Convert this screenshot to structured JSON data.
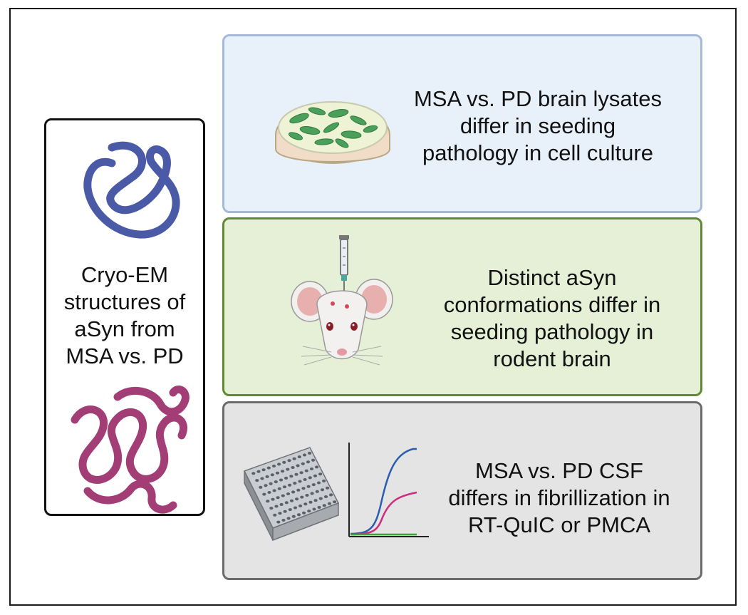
{
  "left_panel": {
    "label": "Cryo-EM\nstructures of\naSyn from\nMSA vs. PD"
  },
  "panels": [
    {
      "text": "MSA vs. PD brain lysates\ndiffer in seeding\npathology in cell culture"
    },
    {
      "text": "Distinct aSyn\nconformations differ in\nseeding pathology in\nrodent brain"
    },
    {
      "text": "MSA vs. PD CSF\ndiffers in fibrillization in\nRT-QuIC or PMCA"
    }
  ],
  "icons": [
    "blue-fibril-icon",
    "magenta-fibril-icon",
    "petri-dish-icon",
    "syringe-icon",
    "mouse-icon",
    "well-plate-icon",
    "fibrillization-curve-icon"
  ],
  "colors": {
    "msa_fibril": "#4a5aa6",
    "pd_fibril": "#a23e75",
    "panel_blue_bg": "#e8f0fa",
    "panel_green_bg": "#e6f0d7",
    "panel_gray_bg": "#e4e4e4",
    "curve_blue": "#2a5db0",
    "curve_magenta": "#cc2d7c",
    "curve_green": "#3aa33a"
  }
}
